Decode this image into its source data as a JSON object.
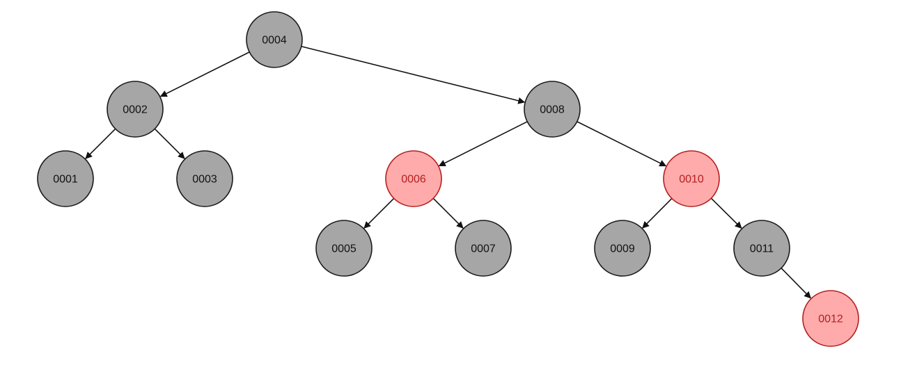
{
  "diagram": {
    "type": "binary-tree",
    "colors": {
      "black_fill": "#a6a6a6",
      "black_stroke": "#1a1a1a",
      "black_text": "#111111",
      "red_fill": "#ffabab",
      "red_stroke": "#b51f1f",
      "red_text": "#b51f1f",
      "edge": "#111111"
    },
    "nodes": [
      {
        "id": "n4",
        "label": "0004",
        "color": "black"
      },
      {
        "id": "n2",
        "label": "0002",
        "color": "black"
      },
      {
        "id": "n8",
        "label": "0008",
        "color": "black"
      },
      {
        "id": "n1",
        "label": "0001",
        "color": "black"
      },
      {
        "id": "n3",
        "label": "0003",
        "color": "black"
      },
      {
        "id": "n6",
        "label": "0006",
        "color": "red"
      },
      {
        "id": "n10",
        "label": "0010",
        "color": "red"
      },
      {
        "id": "n5",
        "label": "0005",
        "color": "black"
      },
      {
        "id": "n7",
        "label": "0007",
        "color": "black"
      },
      {
        "id": "n9",
        "label": "0009",
        "color": "black"
      },
      {
        "id": "n11",
        "label": "0011",
        "color": "black"
      },
      {
        "id": "n12",
        "label": "0012",
        "color": "red"
      }
    ],
    "edges": [
      {
        "from": "n4",
        "to": "n2"
      },
      {
        "from": "n4",
        "to": "n8"
      },
      {
        "from": "n2",
        "to": "n1"
      },
      {
        "from": "n2",
        "to": "n3"
      },
      {
        "from": "n8",
        "to": "n6"
      },
      {
        "from": "n8",
        "to": "n10"
      },
      {
        "from": "n6",
        "to": "n5"
      },
      {
        "from": "n6",
        "to": "n7"
      },
      {
        "from": "n10",
        "to": "n9"
      },
      {
        "from": "n10",
        "to": "n11"
      },
      {
        "from": "n11",
        "to": "n12"
      }
    ]
  }
}
